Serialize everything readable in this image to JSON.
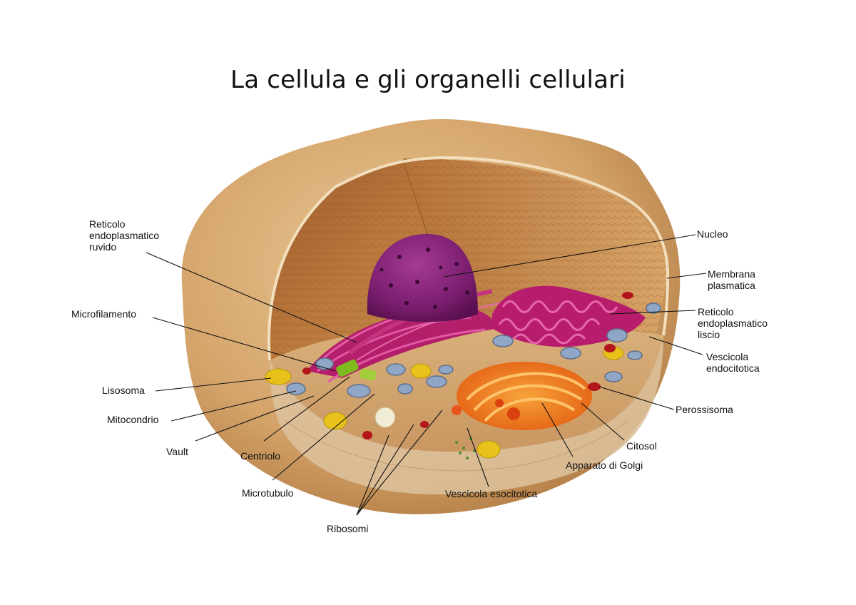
{
  "title": "La cellula e gli organelli cellulari",
  "labels": {
    "reticolo_ruvido": "Reticolo\nendoplasmatico\nruvido",
    "microfilamento": "Microfilamento",
    "lisosoma": "Lisosoma",
    "mitocondrio": "Mitocondrio",
    "vault": "Vault",
    "centriolo": "Centriolo",
    "microtubulo": "Microtubulo",
    "ribosomi": "Ribosomi",
    "vescicola_esocitotica": "Vescicola esocitotica",
    "apparato_golgi": "Apparato di Golgi",
    "citosol": "Citosol",
    "perossisoma": "Perossisoma",
    "vescicola_endocitotica": "Vescicola\nendocitotica",
    "reticolo_liscio": "Reticolo\nendoplasmatico\nliscio",
    "membrana": "Membrana\nplasmatica",
    "nucleo": "Nucleo"
  }
}
